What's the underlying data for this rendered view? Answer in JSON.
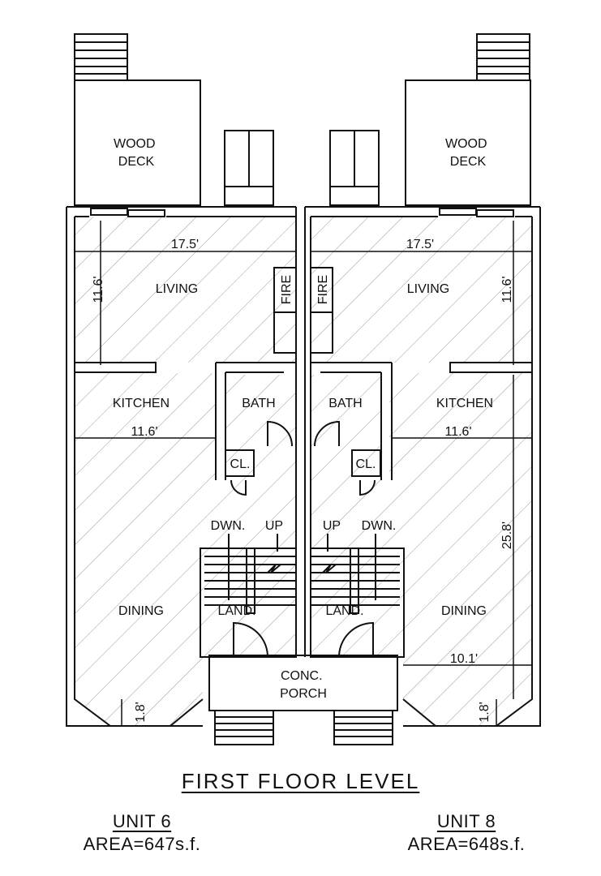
{
  "rooms": {
    "wood_deck": "WOOD\nDECK",
    "living": "LIVING",
    "kitchen": "KITCHEN",
    "bath": "BATH",
    "closet": "CL.",
    "dining": "DINING",
    "landing": "LAND.",
    "fire": "FIRE",
    "porch": "CONC.\nPORCH",
    "down": "DWN.",
    "up": "UP"
  },
  "dimensions": {
    "living_width": "17.5'",
    "living_depth": "11.6'",
    "kitchen_width": "11.6'",
    "unit8_depth": "25.8'",
    "dining_width": "10.1'",
    "bay_depth": "1.8'"
  },
  "title": "FIRST FLOOR LEVEL",
  "units": [
    {
      "name": "UNIT 6",
      "area": "AREA=647s.f."
    },
    {
      "name": "UNIT 8",
      "area": "AREA=648s.f."
    }
  ]
}
